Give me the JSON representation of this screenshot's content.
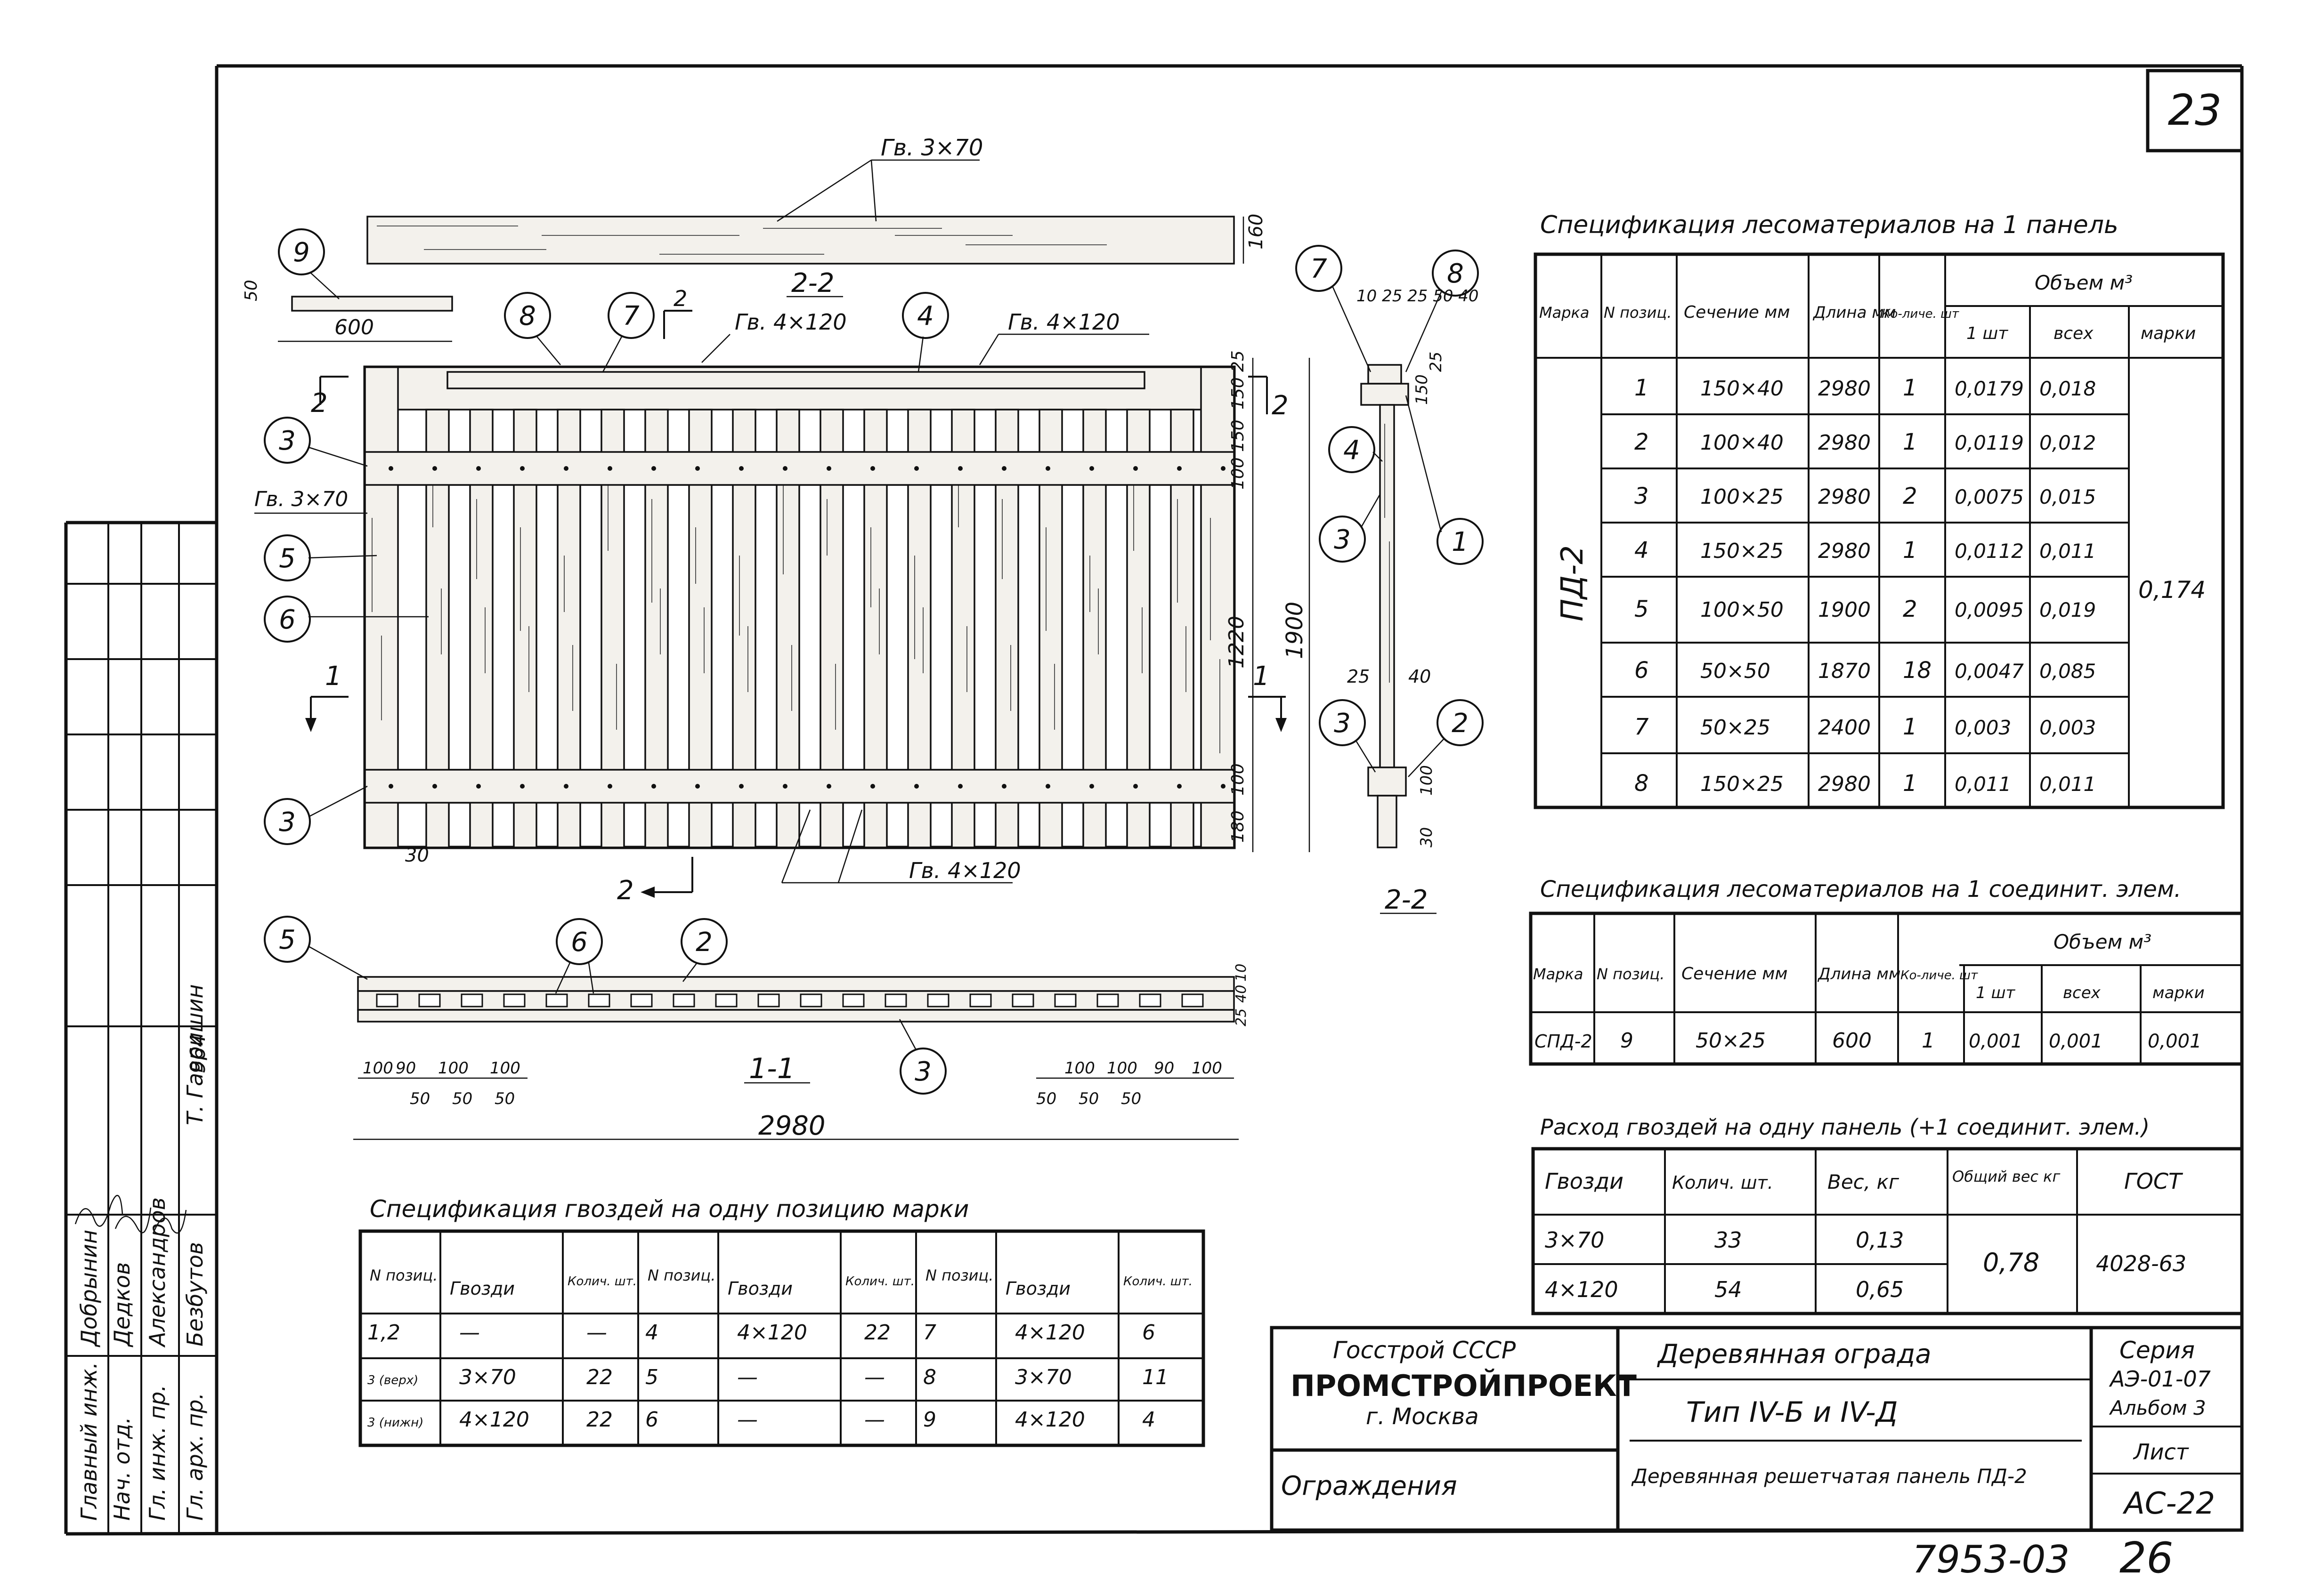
{
  "sheet": {
    "page_number": "23",
    "doc_number": "7953-03",
    "doc_page": "26"
  },
  "drawing": {
    "nail_3x70": "Гв. 3×70",
    "nail_4x120": "Гв. 4×120",
    "section_2_2": "2-2",
    "section_1_1": "1-1",
    "cut_1": "1",
    "cut_2": "2",
    "total_length": "2980",
    "piece9_length": "600",
    "piece9_height": "50",
    "height_total": "1900",
    "height_mid": "1220",
    "dim_25": "25",
    "dim_150": "150",
    "dim_100": "100",
    "dim_180": "180",
    "dim_160": "160",
    "dim_30": "30",
    "dim_40": "40",
    "dim_10": "10",
    "dim_90": "90",
    "dim_50": "50",
    "top_dims": "10 25 25 50 40",
    "section_2_2_right": "2-2",
    "bubbles": [
      "1",
      "2",
      "3",
      "4",
      "5",
      "6",
      "7",
      "8",
      "9"
    ]
  },
  "spec_panel": {
    "title": "Спецификация лесоматериалов на 1 панель",
    "headers": {
      "mark": "Марка",
      "pos": "N позиц.",
      "section": "Сечение мм",
      "length": "Длина мм",
      "qty": "Ко-личе. шт",
      "volume": "Объем м³",
      "vol_one": "1 шт",
      "vol_all": "всех",
      "vol_mark": "марки"
    },
    "mark": "ПД-2",
    "mark_volume": "0,174",
    "rows": [
      {
        "pos": "1",
        "section": "150×40",
        "length": "2980",
        "qty": "1",
        "one": "0,0179",
        "all": "0,018"
      },
      {
        "pos": "2",
        "section": "100×40",
        "length": "2980",
        "qty": "1",
        "one": "0,0119",
        "all": "0,012"
      },
      {
        "pos": "3",
        "section": "100×25",
        "length": "2980",
        "qty": "2",
        "one": "0,0075",
        "all": "0,015"
      },
      {
        "pos": "4",
        "section": "150×25",
        "length": "2980",
        "qty": "1",
        "one": "0,0112",
        "all": "0,011"
      },
      {
        "pos": "5",
        "section": "100×50",
        "length": "1900",
        "qty": "2",
        "one": "0,0095",
        "all": "0,019"
      },
      {
        "pos": "6",
        "section": "50×50",
        "length": "1870",
        "qty": "18",
        "one": "0,0047",
        "all": "0,085"
      },
      {
        "pos": "7",
        "section": "50×25",
        "length": "2400",
        "qty": "1",
        "one": "0,003",
        "all": "0,003"
      },
      {
        "pos": "8",
        "section": "150×25",
        "length": "2980",
        "qty": "1",
        "one": "0,011",
        "all": "0,011"
      }
    ]
  },
  "spec_joint": {
    "title": "Спецификация лесоматериалов на 1 соединит. элем.",
    "row": {
      "mark": "СПД-2",
      "pos": "9",
      "section": "50×25",
      "length": "600",
      "qty": "1",
      "one": "0,001",
      "all": "0,001",
      "markvol": "0,001"
    }
  },
  "nails_consumption": {
    "title": "Расход гвоздей на одну панель (+1 соединит. элем.)",
    "headers": {
      "nail": "Гвозди",
      "qty": "Колич. шт.",
      "weight": "Вес, кг",
      "total": "Общий вес кг",
      "gost": "ГОСТ"
    },
    "rows": [
      {
        "nail": "3×70",
        "qty": "33",
        "weight": "0,13"
      },
      {
        "nail": "4×120",
        "qty": "54",
        "weight": "0,65"
      }
    ],
    "total_weight": "0,78",
    "gost": "4028-63"
  },
  "nails_per_position": {
    "title": "Спецификация гвоздей на одну позицию марки",
    "headers": {
      "pos": "N позиц.",
      "nail": "Гвозди",
      "qty": "Колич. шт."
    },
    "groups": [
      [
        {
          "pos": "1,2",
          "nail": "—",
          "qty": "—"
        },
        {
          "pos": "3 (верх)",
          "nail": "3×70",
          "qty": "22"
        },
        {
          "pos": "3 (нижн)",
          "nail": "4×120",
          "qty": "22"
        }
      ],
      [
        {
          "pos": "4",
          "nail": "4×120",
          "qty": "22"
        },
        {
          "pos": "5",
          "nail": "—",
          "qty": "—"
        },
        {
          "pos": "6",
          "nail": "—",
          "qty": "—"
        }
      ],
      [
        {
          "pos": "7",
          "nail": "4×120",
          "qty": "6"
        },
        {
          "pos": "8",
          "nail": "3×70",
          "qty": "11"
        },
        {
          "pos": "9",
          "nail": "4×120",
          "qty": "4"
        }
      ]
    ]
  },
  "title_block": {
    "org1": "Госстрой СССР",
    "org2": "ПРОМСТРОЙПРОЕКТ",
    "org3": "г. Москва",
    "section_name": "Ограждения",
    "project": "Деревянная ограда",
    "type": "Тип IV-Б и IV-Д",
    "sheet_title": "Деревянная решетчатая панель ПД-2",
    "series_label": "Серия",
    "series": "АЭ-01-07",
    "album": "Альбом 3",
    "sheet_label": "Лист",
    "sheet_code": "АС-22"
  },
  "signatures": {
    "stamp": "964",
    "rows": [
      {
        "role": "Главный инж.",
        "name": "Добрынин"
      },
      {
        "role": "Нач. отд.",
        "name": "Дедков"
      },
      {
        "role": "Гл. инж. пр.",
        "name": "Александров"
      },
      {
        "role": "Гл. арх. пр.",
        "name": "Безбутов"
      }
    ],
    "extra": "Т. Гавришин"
  }
}
